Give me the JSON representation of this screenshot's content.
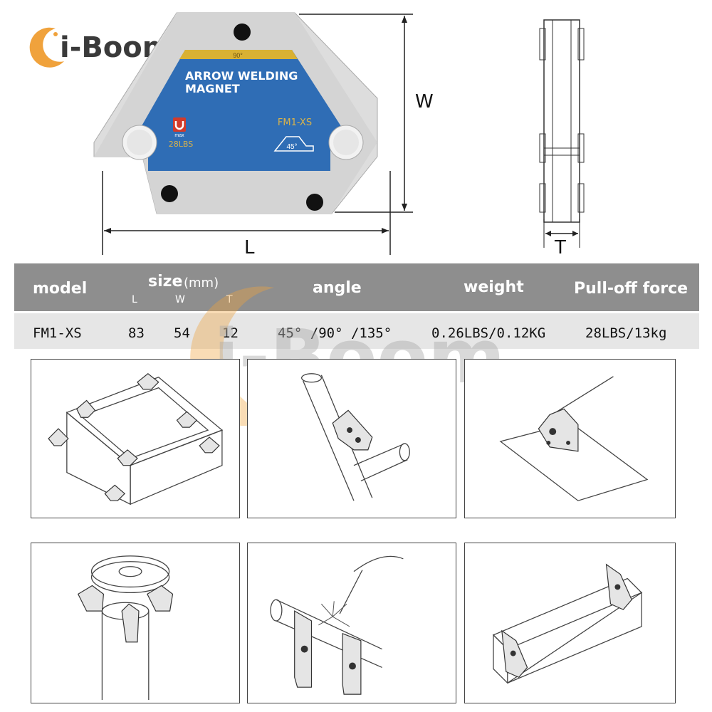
{
  "brand": {
    "logo_text": "i-Boom",
    "watermark_text": "i-Boom",
    "accent": "#f0a23c"
  },
  "product": {
    "title_line1": "ARROW WELDING",
    "title_line2": "MAGNET",
    "model_label": "FM1-XS",
    "angle_top": "90°",
    "angle_inner": "45°",
    "weight_label": "28LBS",
    "max_badge": "max",
    "colors": {
      "body": "#2f6db5",
      "stripe": "#d9b133",
      "metal": "#dcdcdc"
    }
  },
  "dimensions": {
    "width_label": "W",
    "length_label": "L",
    "thickness_label": "T"
  },
  "spec_table": {
    "headers": {
      "model": "model",
      "size": "size",
      "size_unit": "(mm)",
      "size_l": "L",
      "size_w": "W",
      "size_t": "T",
      "angle": "angle",
      "weight": "weight",
      "pull_off": "Pull-off force"
    },
    "row": {
      "model": "FM1-XS",
      "l": "83",
      "w": "54",
      "t": "12",
      "angle": "45° /90° /135°",
      "weight": "0.26LBS/0.12KG",
      "pull_off": "28LBS/13kg"
    }
  },
  "usage_panels": [
    {
      "icon": "box-frame-corners-icon"
    },
    {
      "icon": "pipe-joint-icon"
    },
    {
      "icon": "sheet-perpendicular-icon"
    },
    {
      "icon": "flange-pipe-icon"
    },
    {
      "icon": "pipe-welding-torch-icon"
    },
    {
      "icon": "angle-channel-icon"
    }
  ]
}
